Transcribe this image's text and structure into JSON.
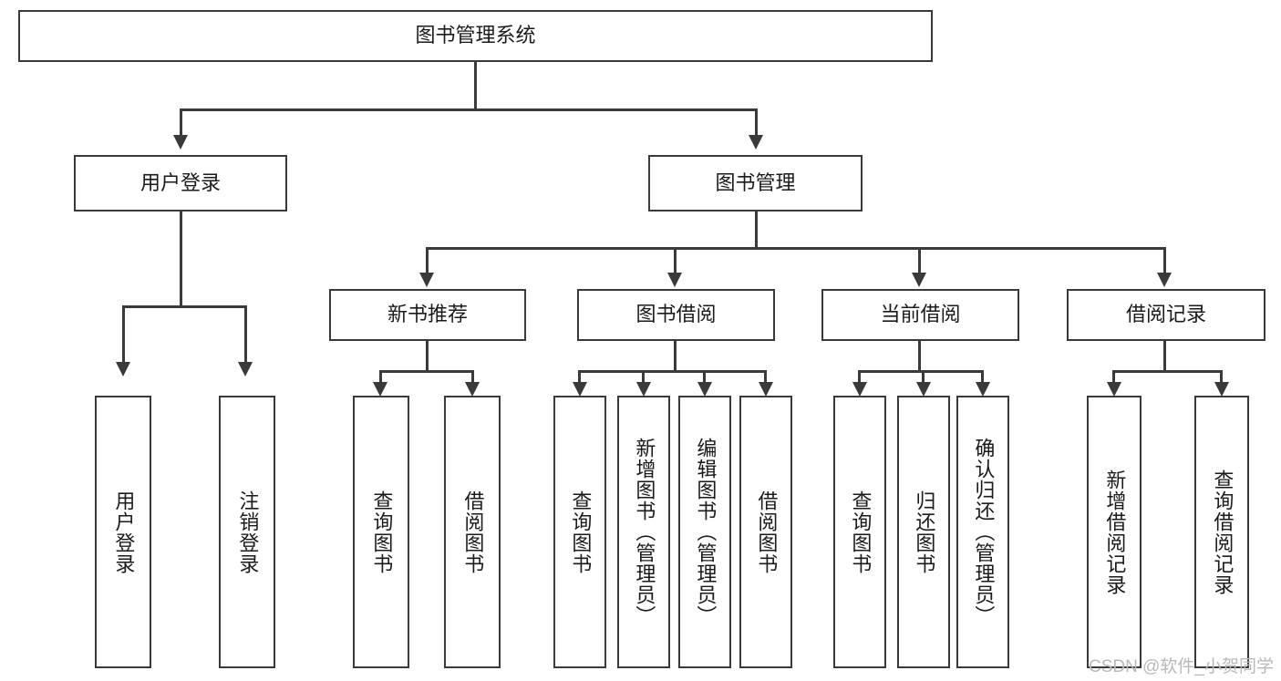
{
  "diagram": {
    "title": "图书管理系统",
    "type": "tree-hierarchy-diagram",
    "root": {
      "label": "图书管理系统"
    },
    "level1": [
      {
        "label": "用户登录"
      },
      {
        "label": "图书管理"
      }
    ],
    "level2": [
      {
        "label": "新书推荐"
      },
      {
        "label": "图书借阅"
      },
      {
        "label": "当前借阅"
      },
      {
        "label": "借阅记录"
      }
    ],
    "leaves": {
      "user_login": [
        {
          "label": "用户登录"
        },
        {
          "label": "注销登录"
        }
      ],
      "new_book_recommend": [
        {
          "label": "查询图书"
        },
        {
          "label": "借阅图书"
        }
      ],
      "book_borrow": [
        {
          "label": "查询图书"
        },
        {
          "label": "新增图书（管理员）"
        },
        {
          "label": "编辑图书（管理员）"
        },
        {
          "label": "借阅图书"
        }
      ],
      "current_borrow": [
        {
          "label": "查询图书"
        },
        {
          "label": "归还图书"
        },
        {
          "label": "确认归还（管理员）"
        }
      ],
      "borrow_record": [
        {
          "label": "新增借阅记录"
        },
        {
          "label": "查询借阅记录"
        }
      ]
    }
  },
  "watermark": {
    "text": "CSDN @软件_小贺同学"
  },
  "colors": {
    "stroke": "#3a3a3a",
    "text": "#1b1b1b",
    "background": "#ffffff",
    "watermark": "#b9b9b9"
  }
}
